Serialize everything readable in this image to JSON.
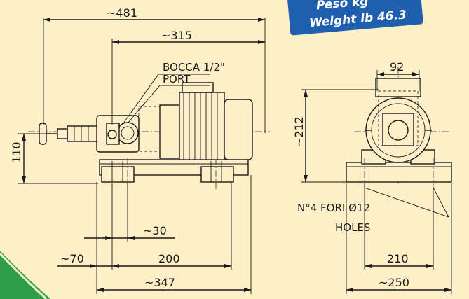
{
  "badge": {
    "line1": "Peso kg",
    "line2": "Weight lb 46.3",
    "color": "#1e5fb0"
  },
  "accent_green": "#2f9e4a",
  "notes": {
    "port_line1": "BOCCA 1/2\"",
    "port_line2": "PORT",
    "holes_line1": "N°4 FORI Ø12",
    "holes_line2": "HOLES"
  },
  "dimensions": {
    "overall_length": "~481",
    "motor_length": "~315",
    "shaft_height": "110",
    "front_width": "92",
    "front_height": "~212",
    "dim_30": "~30",
    "dim_70": "~70",
    "dim_200": "200",
    "dim_347": "~347",
    "dim_210": "210",
    "dim_250": "~250"
  }
}
